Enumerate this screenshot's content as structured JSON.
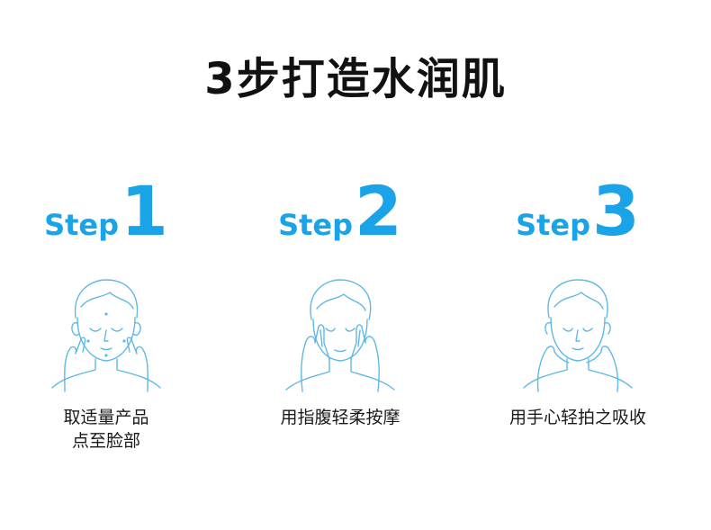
{
  "title": "3步打造水润肌",
  "accent_color": "#1aa3e6",
  "steps": [
    {
      "word": "Step",
      "number": "1",
      "caption_lines": [
        "取适量产品",
        "点至脸部"
      ],
      "illustration": "face-dotting-icon"
    },
    {
      "word": "Step",
      "number": "2",
      "caption_lines": [
        "用指腹轻柔按摩"
      ],
      "illustration": "face-massage-icon"
    },
    {
      "word": "Step",
      "number": "3",
      "caption_lines": [
        "用手心轻拍之吸收"
      ],
      "illustration": "face-patting-icon"
    }
  ]
}
